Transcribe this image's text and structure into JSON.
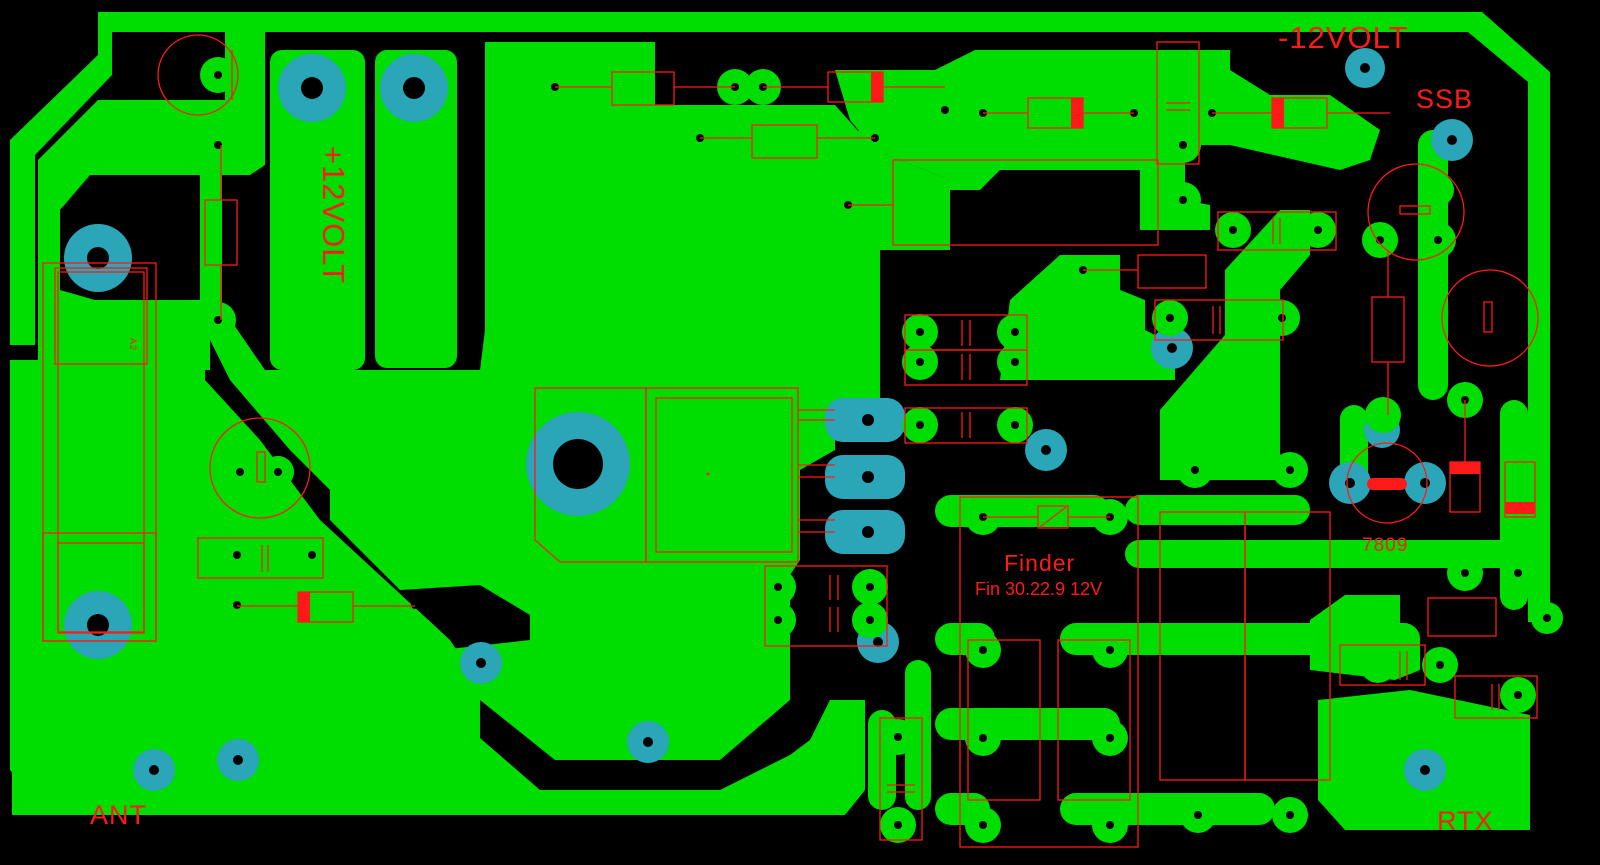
{
  "board": {
    "colors": {
      "background": "#000000",
      "copper": "#00dd00",
      "pad": "#2aa6b8",
      "silkscreen": "#ff1a1a",
      "hole": "#000000"
    }
  },
  "labels": {
    "plus_12v": "+12VOLT",
    "minus_12v": "-12VOLT",
    "ssb": "SSB",
    "regulator": "7809",
    "relay_brand": "Finder",
    "relay_part": "Fin 30.22.9 12V",
    "ant": "ANT",
    "rtx": "RTX",
    "fuse_ref": "A2"
  },
  "components": [
    {
      "name": "regulator-7809",
      "value": "7809"
    },
    {
      "name": "relay",
      "value": "Fin 30.22.9 12V"
    }
  ]
}
